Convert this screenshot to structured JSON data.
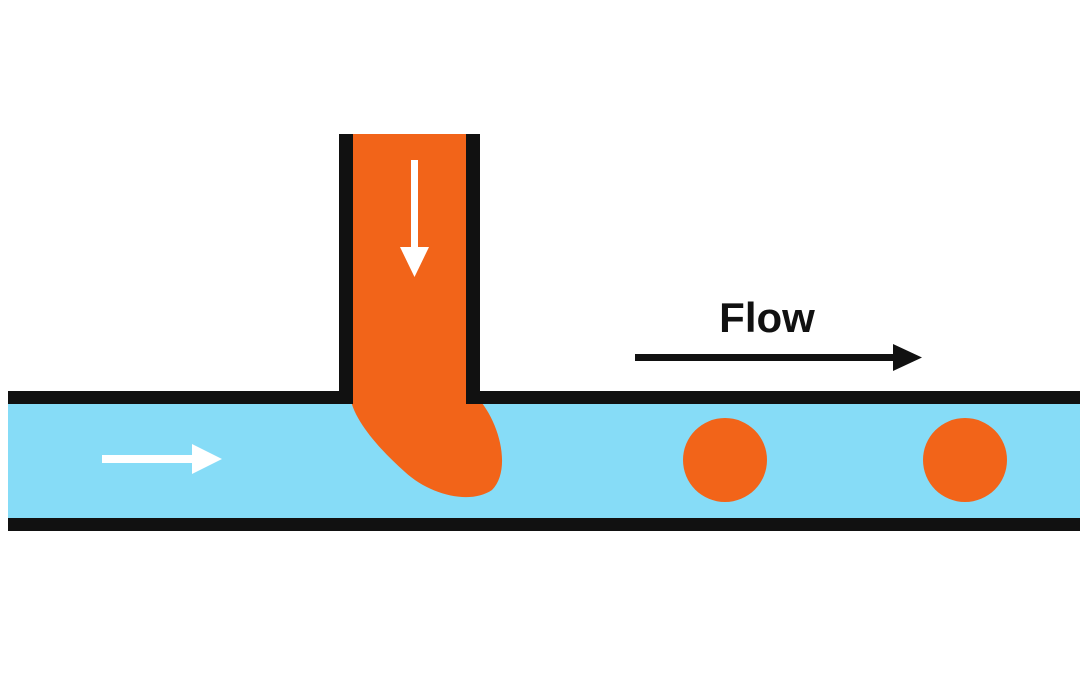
{
  "diagram": {
    "flow_label": "Flow",
    "colors": {
      "background": "#ffffff",
      "continuous_phase": "#86dcf7",
      "dispersed_phase": "#f26419",
      "channel_wall": "#111111",
      "inner_arrow": "#ffffff",
      "flow_arrow": "#111111"
    },
    "components": {
      "main_channel": "horizontal-channel",
      "side_channel": "vertical-inlet-channel",
      "droplets_shown": 2
    }
  }
}
